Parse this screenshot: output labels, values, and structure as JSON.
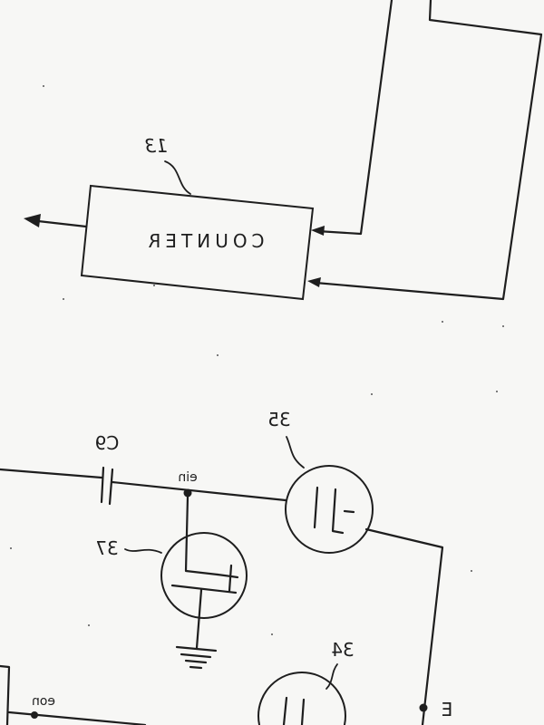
{
  "diagram": {
    "counter": {
      "ref": "13",
      "label": "COUNTER"
    },
    "capacitor": {
      "ref": "C9"
    },
    "tube_upper": {
      "ref": "35"
    },
    "tube_lower": {
      "ref": "34"
    },
    "tube_side": {
      "ref": "37"
    },
    "nodes": {
      "ein": "ein",
      "eon": "eon",
      "e": "E"
    }
  },
  "colors": {
    "ink": "#1e1e1e",
    "paper": "#f7f7f5"
  }
}
